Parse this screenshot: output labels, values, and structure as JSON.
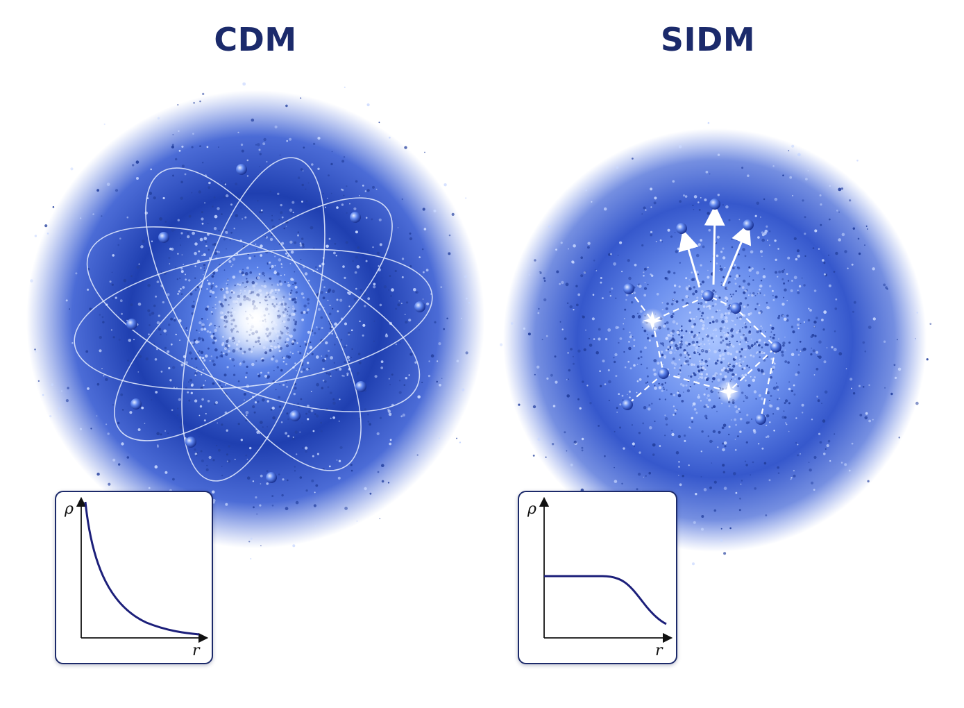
{
  "panels": {
    "cdm": {
      "title": "CDM",
      "inset": {
        "y_label": "ρ",
        "x_label": "r",
        "profile": "cusp"
      }
    },
    "sidm": {
      "title": "SIDM",
      "inset": {
        "y_label": "ρ",
        "x_label": "r",
        "profile": "core"
      }
    }
  },
  "colors": {
    "title": "#1b2a6b",
    "halo_core": "#ffffff",
    "halo_mid": "#3d63d6",
    "halo_edge": "#1a3aa8",
    "curve": "#1c1f7a"
  }
}
